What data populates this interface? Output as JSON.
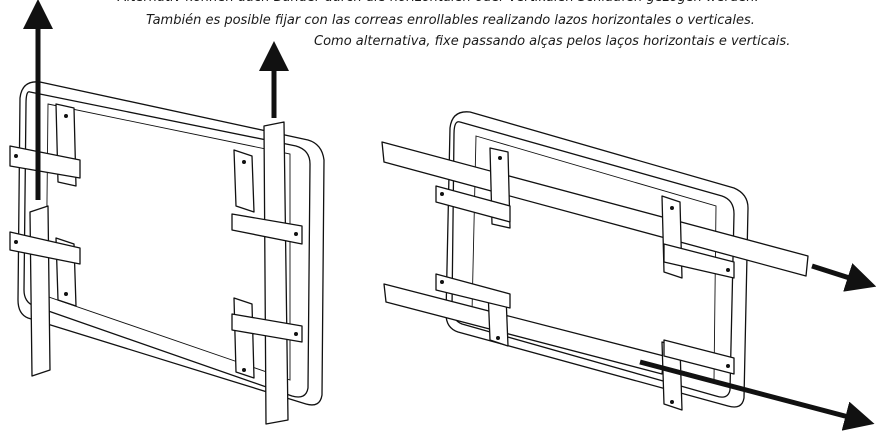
{
  "captions": {
    "de": "Alternativ können auch Bänder durch die horizontalen oder vertikalen Schlaufen gezogen werden.",
    "es": "También es posible fijar con las correas enrollables realizando lazos horizontales o verticales.",
    "pt": "Como alternativa, fixe passando alças pelos laços horizontais e verticais."
  }
}
